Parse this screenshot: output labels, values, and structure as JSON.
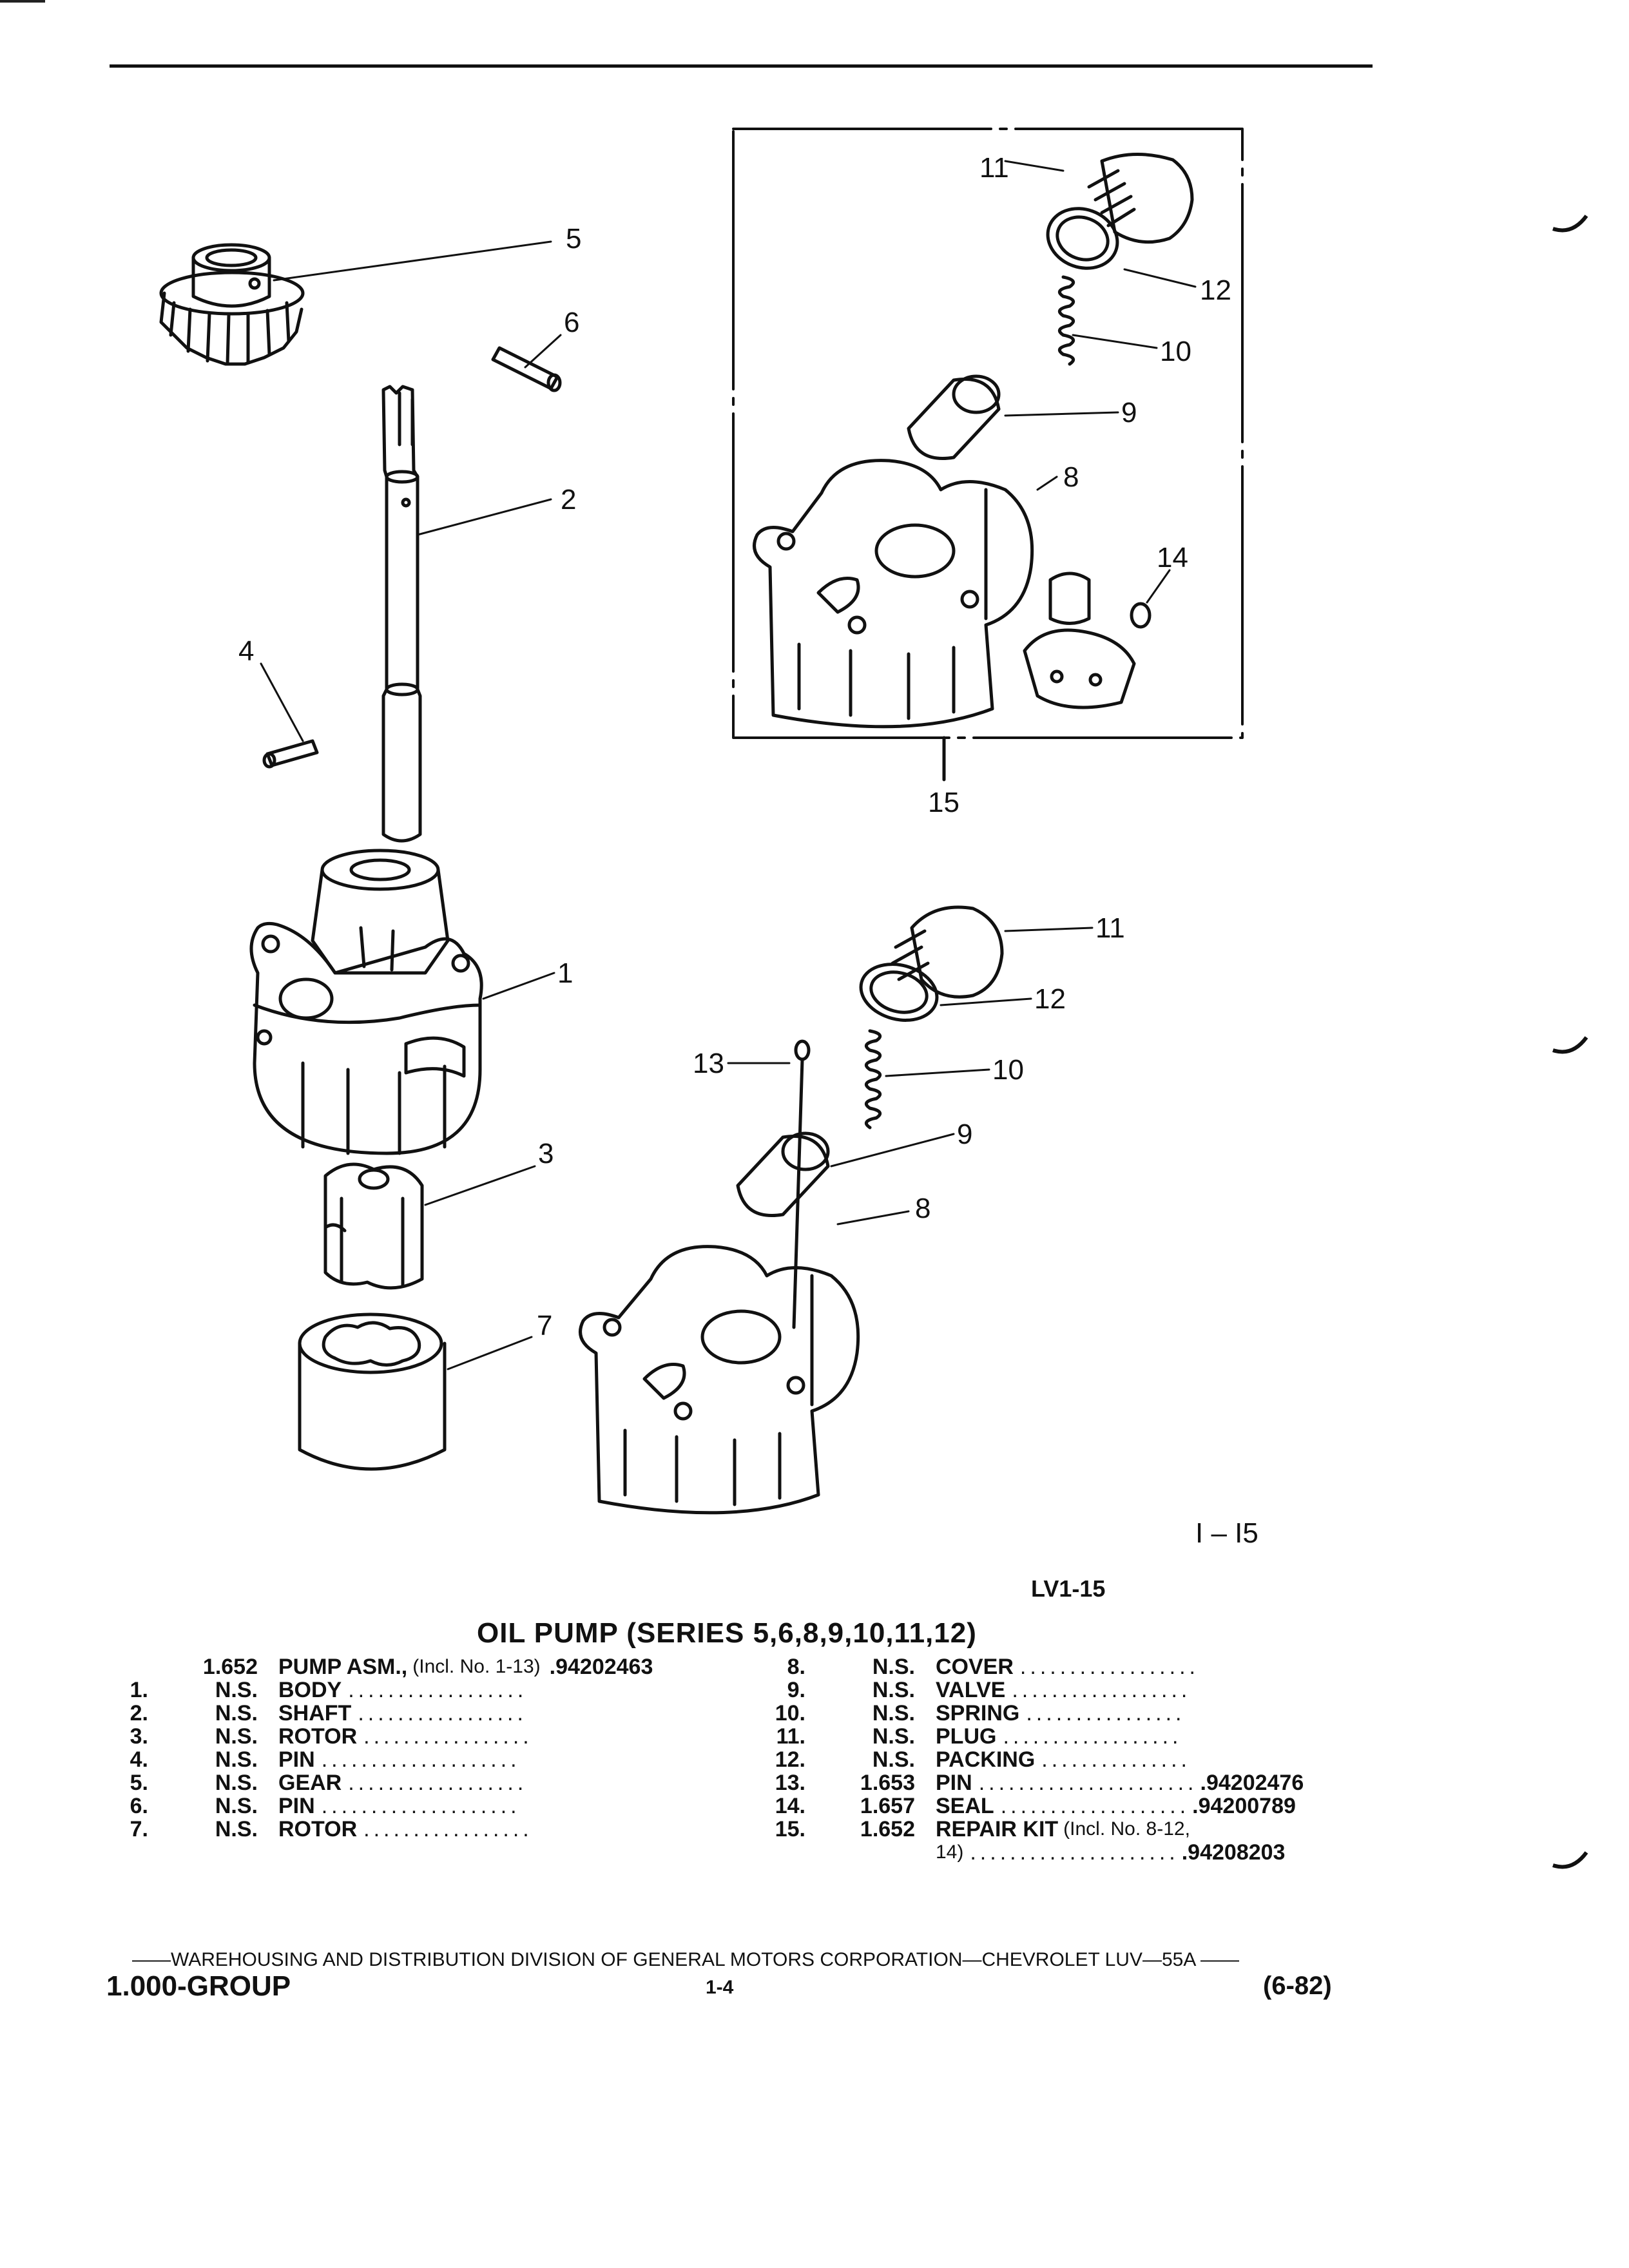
{
  "callouts": {
    "c1": "1",
    "c2": "2",
    "c3": "3",
    "c4": "4",
    "c5": "5",
    "c6": "6",
    "c7": "7",
    "c8a": "8",
    "c9a": "9",
    "c10a": "10",
    "c11a": "11",
    "c12a": "12",
    "c14": "14",
    "c15": "15",
    "c8b": "8",
    "c9b": "9",
    "c10b": "10",
    "c11b": "11",
    "c12b": "12",
    "c13": "13"
  },
  "figure_code": "I – I5",
  "image_code": "LV1-15",
  "parts_title": "OIL PUMP (SERIES 5,6,8,9,10,11,12)",
  "left_parts": [
    {
      "no": "",
      "code": "1.652",
      "desc": "PUMP ASM.,",
      "note": "(Incl. No. 1-13)",
      "dots": "",
      "part_no": ".94202463"
    },
    {
      "no": "1.",
      "code": "N.S.",
      "desc": "BODY",
      "note": "",
      "dots": "..................",
      "part_no": ""
    },
    {
      "no": "2.",
      "code": "N.S.",
      "desc": "SHAFT",
      "note": "",
      "dots": ".................",
      "part_no": ""
    },
    {
      "no": "3.",
      "code": "N.S.",
      "desc": "ROTOR",
      "note": "",
      "dots": ".................",
      "part_no": ""
    },
    {
      "no": "4.",
      "code": "N.S.",
      "desc": "PIN",
      "note": "",
      "dots": "....................",
      "part_no": ""
    },
    {
      "no": "5.",
      "code": "N.S.",
      "desc": "GEAR",
      "note": "",
      "dots": "..................",
      "part_no": ""
    },
    {
      "no": "6.",
      "code": "N.S.",
      "desc": "PIN",
      "note": "",
      "dots": "....................",
      "part_no": ""
    },
    {
      "no": "7.",
      "code": "N.S.",
      "desc": "ROTOR",
      "note": "",
      "dots": ".................",
      "part_no": ""
    }
  ],
  "right_parts": [
    {
      "no": "8.",
      "code": "N.S.",
      "desc": "COVER",
      "note": "",
      "dots": "..................",
      "part_no": ""
    },
    {
      "no": "9.",
      "code": "N.S.",
      "desc": "VALVE",
      "note": "",
      "dots": "..................",
      "part_no": ""
    },
    {
      "no": "10.",
      "code": "N.S.",
      "desc": "SPRING",
      "note": "",
      "dots": "................",
      "part_no": ""
    },
    {
      "no": "11.",
      "code": "N.S.",
      "desc": "PLUG",
      "note": "",
      "dots": "..................",
      "part_no": ""
    },
    {
      "no": "12.",
      "code": "N.S.",
      "desc": "PACKING",
      "note": "",
      "dots": "...............",
      "part_no": ""
    },
    {
      "no": "13.",
      "code": "1.653",
      "desc": "PIN",
      "note": "",
      "dots": "......................",
      "part_no": ".94202476"
    },
    {
      "no": "14.",
      "code": "1.657",
      "desc": "SEAL",
      "note": "",
      "dots": "...................",
      "part_no": ".94200789"
    },
    {
      "no": "15.",
      "code": "1.652",
      "desc": "REPAIR KIT",
      "note": "(Incl. No. 8-12,",
      "dots": "",
      "part_no": ""
    },
    {
      "no": "",
      "code": "",
      "desc": "",
      "note": "14)",
      "dots": ".....................",
      "part_no": ".94208203"
    }
  ],
  "footer": {
    "line": "——WAREHOUSING AND DISTRIBUTION DIVISION OF GENERAL MOTORS CORPORATION—CHEVROLET LUV—55A ——",
    "group": "1.000-GROUP",
    "page": "1-4",
    "date": "(6-82)"
  }
}
